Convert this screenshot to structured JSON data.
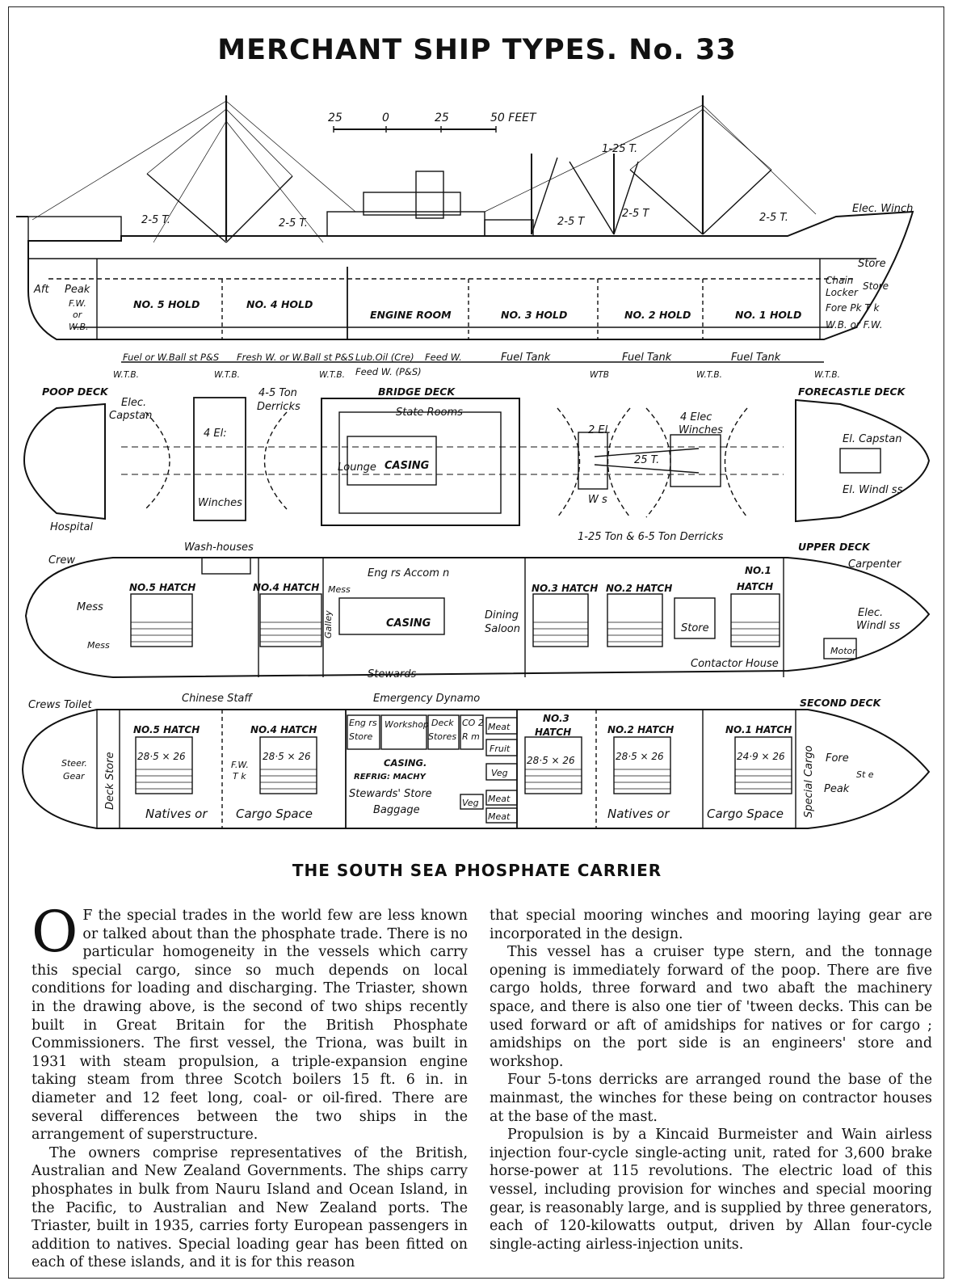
{
  "title": "MERCHANT SHIP TYPES. No. 33",
  "subtitle": "THE SOUTH SEA PHOSPHATE CARRIER",
  "scale": {
    "ticks": [
      "25",
      "0",
      "25",
      "50 FEET"
    ]
  },
  "profile": {
    "derrick_labels": [
      "2-5 T.",
      "2-5 T.",
      "2-5 T",
      "2-5 T",
      "2-5 T.",
      "1-25 T."
    ],
    "elec_winch": "Elec. Winch",
    "aft": [
      "Aft",
      "Peak",
      "F.W.",
      "or",
      "W.B."
    ],
    "holds": [
      "NO. 5 HOLD",
      "NO. 4 HOLD",
      "ENGINE ROOM",
      "NO. 3 HOLD",
      "NO. 2 HOLD",
      "NO. 1 HOLD"
    ],
    "fore": [
      "Store",
      "Chain",
      "Locker",
      "Store",
      "Fore Pk T k",
      "W.B. or F.W."
    ],
    "tanks": [
      "Fuel or W.Ball st P&S",
      "Fresh W. or W.Ball st P&S",
      "Lub.Oil (Cre)",
      "Feed W.",
      "Feed W. (P&S)",
      "Fuel Tank",
      "Fuel Tank",
      "Fuel Tank"
    ],
    "wtb": [
      "W.T.B.",
      "W.T.B.",
      "W.T.B.",
      "WTB",
      "W.T.B.",
      "W.T.B."
    ]
  },
  "decks": {
    "poop": {
      "name": "POOP DECK",
      "labels": [
        "Elec.",
        "Capstan",
        "Hospital",
        "4 El:",
        "Winches",
        "4-5 Ton",
        "Derricks"
      ]
    },
    "bridge": {
      "name": "BRIDGE DECK",
      "labels": [
        "State Rooms",
        "Lounge",
        "CASING"
      ]
    },
    "forecastle": {
      "name": "FORECASTLE DECK",
      "labels": [
        "2 El.",
        "W s",
        "4 Elec",
        "Winches",
        "25 T.",
        "El. Capstan",
        "El. Windl ss",
        "1-25 Ton & 6-5 Ton Derricks"
      ]
    },
    "upper": {
      "name": "UPPER DECK",
      "labels": [
        "Crew",
        "Wash-houses",
        "Mess",
        "Mess",
        "NO.5 HATCH",
        "NO.4 HATCH",
        "Mess",
        "Eng rs Accom n",
        "Galley",
        "CASING",
        "Dining",
        "Saloon",
        "Stewards",
        "NO.3 HATCH",
        "NO.2 HATCH",
        "NO.1",
        "HATCH",
        "Store",
        "Contactor House",
        "Carpenter",
        "Elec.",
        "Windl ss",
        "Motor",
        "Chinese Staff"
      ]
    },
    "second": {
      "name": "SECOND DECK",
      "labels": [
        "Crews Toilet",
        "Emergency Dynamo",
        "Steer.",
        "Gear",
        "Deck Store",
        "NO.5 HATCH",
        "28·5 × 26",
        "NO.4 HATCH",
        "28·5 × 26",
        "F.W.",
        "T k",
        "Eng rs",
        "Store",
        "Workshop",
        "Deck",
        "Stores",
        "CO 2",
        "R m",
        "CASING.",
        "REFRIG: MACHY",
        "Stewards' Store",
        "Baggage",
        "Veg",
        "Meat",
        "Fruit",
        "Veg",
        "Meat",
        "Meat",
        "NO.3",
        "HATCH",
        "28·5 × 26",
        "NO.2 HATCH",
        "28·5 × 26",
        "NO.1 HATCH",
        "24·9 × 26",
        "Special Cargo",
        "Fore",
        "Peak",
        "St e",
        "Natives or",
        "Cargo Space",
        "Natives or",
        "Cargo Space"
      ]
    }
  },
  "body": {
    "dropcap": "O",
    "col1_p1": "F the special trades in the world few are less known or talked about than the phosphate trade. There is no particular homogeneity in the vessels which carry this special cargo, since so much depends on local conditions for loading and discharging. The Triaster, shown in the drawing above, is the second of two ships recently built in Great Britain for the British Phosphate Commissioners. The first vessel, the Triona, was built in 1931 with steam propulsion, a triple-expansion engine taking steam from three Scotch boilers 15 ft. 6 in. in diameter and 12 feet long, coal- or oil-fired. There are several differences between the two ships in the arrangement of superstructure.",
    "col1_p2": "The owners comprise representatives of the British, Australian and New Zealand Governments. The ships carry phosphates in bulk from Nauru Island and Ocean Island, in the Pacific, to Australian and New Zealand ports. The Triaster, built in 1935, carries forty European passengers in addition to natives. Special loading gear has been fitted on each of these islands, and it is for this reason",
    "col2_p1": "that special mooring winches and mooring laying gear are incorporated in the design.",
    "col2_p2": "This vessel has a cruiser type stern, and the tonnage opening is immediately forward of the poop. There are five cargo holds, three forward and two abaft the machinery space, and there is also one tier of 'tween decks. This can be used forward or aft of amidships for natives or for cargo ; amidships on the port side is an engineers' store and workshop.",
    "col2_p3": "Four 5-tons derricks are arranged round the base of the mainmast, the winches for these being on contractor houses at the base of the mast.",
    "col2_p4": "Propulsion is by a Kincaid Burmeister and Wain airless injection four-cycle single-acting unit, rated for 3,600 brake horse-power at 115 revolutions. The electric load of this vessel, including provision for winches and special mooring gear, is reasonably large, and is supplied by three generators, each of 120-kilowatts output, driven by Allan four-cycle single-acting airless-injection units."
  }
}
